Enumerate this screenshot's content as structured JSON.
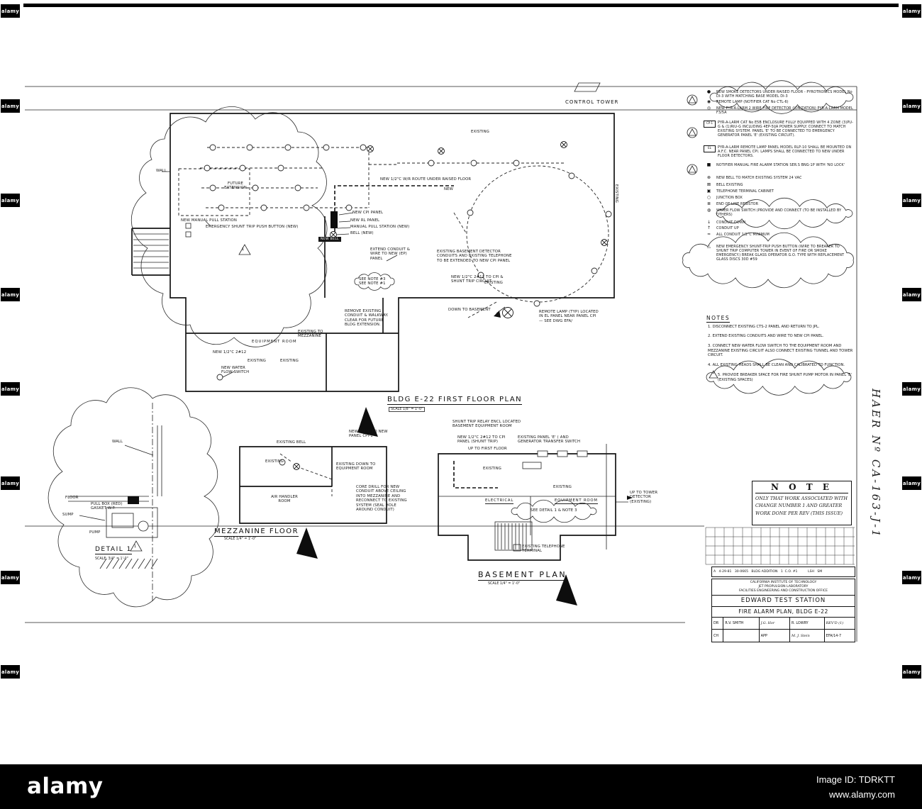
{
  "watermark": {
    "brand": "alamy",
    "image_id": "Image ID: TDRKTT",
    "url": "www.alamy.com"
  },
  "annotations": {
    "haer": "HAER Nº CA-163-J-1"
  },
  "sheet": {
    "control_tower": "CONTROL TOWER",
    "delta_markers": {
      "plan": "1",
      "detail": "1"
    },
    "first_floor": {
      "title": "BLDG E-22 FIRST FLOOR PLAN",
      "scale": "SCALE  1/8\" = 1'-0\"",
      "labels": {
        "future_extension": "FUTURE EXTENSION",
        "existing_top": "EXISTING",
        "new_route": "NEW 1/2\"C W/R ROUTE UNDER RAISED FLOOR",
        "new_word": "NEW",
        "new_cpi_panel": "NEW CPI PANEL",
        "new_rl_panel": "NEW RL PANEL",
        "manual_pull_station": "MANUAL PULL STATION (NEW)",
        "bell_new": "BELL (NEW)",
        "new_bell": "NEW BELL",
        "left_pull_station": "NEW MANUAL PULL STATION",
        "shunt_trip_button": "EMERGENCY SHUNT TRIP PUSH BUTTON (NEW)",
        "extend_conduit": "EXTEND CONDUIT & WIRE TO NEW (EP) PANEL",
        "basement_detector_note": "EXISTING BASEMENT DETECTOR CONDUITS AND EXISTING TELEPHONE TO BE EXTENDED TO NEW CPI PANEL",
        "shunt_circuit_note": "NEW 1/2\"C 2#12 TO CPI & SHUNT TRIP CIRCUIT",
        "see_notes": "SEE NOTE #3  SEE NOTE #1",
        "existing_mid": "EXISTING",
        "existing_right": "EXISTING",
        "down_to_basement": "DOWN TO BASEMENT",
        "remote_lamp_note": "REMOTE LAMP (TYP) LOCATED IN EL PANEL NEAR PANEL CPI — SEE DWG EFA/",
        "remove_conduit_note": "REMOVE EXISTING CONDUIT & WALKWAY. CLEAR FOR FUTURE BLDG EXTENSION.",
        "equipment_room": "EQUIPMENT ROOM",
        "existing_to_mezzanine": "EXISTING TO MEZZANINE",
        "new_water_flow_switch": "NEW WATER FLOW SWITCH",
        "new_conduit2": "NEW 1/2\"C 2#12",
        "existing_a": "EXISTING",
        "existing_b": "EXISTING",
        "wall": "WALL"
      }
    },
    "mezzanine": {
      "title": "MEZZANINE FLOOR",
      "scale": "SCALE  1/4\" = 1'-0\"",
      "labels": {
        "new_panel_conduit": "NEW 1/2\"C TO NEW PANEL CPI-1",
        "existing_bell": "EXISTING BELL",
        "existing": "EXISTING",
        "down_to_equipment": "EXISTING DOWN TO EQUIPMENT ROOM",
        "core_drill_note": "CORE DRILL FOR NEW CONDUIT ABOVE CEILING INTO MEZZANINE AND RECONNECT TO EXISTING SYSTEM (SEAL HOLE AROUND CONDUIT)",
        "air_handler_room": "AIR HANDLER ROOM"
      }
    },
    "basement": {
      "title": "BASEMENT PLAN",
      "scale": "SCALE  1/4\" = 1'-0\"",
      "labels": {
        "shunt_trip_enclosure": "SHUNT TRIP RELAY ENCL LOCATED BASEMENT EQUIPMENT ROOM",
        "cpi_conduit": "NEW 1/2\"C 2#12 TO CPI PANEL (SHUNT TRIP)",
        "panel_e": "EXISTING PANEL 'E' ( AND GENERATOR TRANSFER SWITCH",
        "up_to_first_floor": "UP TO FIRST FLOOR",
        "existing_a": "EXISTING",
        "existing_b": "EXISTING",
        "electrical": "ELECTRICAL",
        "equipment_room": "EQUIPMENT ROOM",
        "see_detail_note": "SEE DETAIL 1 & NOTE 3",
        "up_to_tower": "UP TO TOWER DETECTOR (EXISTING)",
        "telephone_terminal": "EXISTING TELEPHONE TERMINAL"
      }
    },
    "detail": {
      "title": "DETAIL 1",
      "scale": "SCALE: 3/4\" = 1'-0\"",
      "labels": {
        "wall": "WALL",
        "floor": "FLOOR",
        "sump": "SUMP",
        "pump": "PUMP",
        "pull_box": "PULL BOX (RED) GASKET W.P."
      }
    },
    "legend": {
      "items": [
        {
          "symbol": "detector-dot",
          "text": "NEW SMOKE DETECTORS UNDER RAISED FLOOR - PYROTRONICS MODEL No DI-3 WITH MATCHING BASE MODEL DI-3"
        },
        {
          "symbol": "lamp-dot",
          "text": "REMOTE LAMP (NOTIFIER CAT No CTL-6)"
        },
        {
          "symbol": "ion-dot",
          "text": "NEW PYR-A-LARM 2 WIRE FIRE DETECTOR (IONIZATION) PYR-A-LARM MODEL F3/5A"
        },
        {
          "symbol": "cp1-tag",
          "text": "PYR-A-LARM CAT No E5B ENCLOSURE FULLY EQUIPPED WITH 4 ZONE (3)PU-G & (1)RIU-G INCLUDING 4EP-5IJA POWER SUPPLY. CONNECT TO MATCH EXISTING SYSTEM. PANEL 'E' TO BE CONNECTED TO EMERGENCY GENERATOR PANEL 'E' (EXISTING CIRCUIT)."
        },
        {
          "symbol": "el-tag",
          "text": "PYR-A-LARM REMOTE LAMP PANEL MODEL RLP-10 SHALL BE MOUNTED ON A.F.C. NEAR PANEL CPI. LAMPS SHALL BE CONNECTED TO NEW UNDER FLOOR DETECTORS."
        },
        {
          "symbol": "station-dot",
          "text": "NOTIFIER MANUAL FIRE ALARM STATION SER.S BNG-1P WITH 'NO LOCK'"
        },
        {
          "symbol": "bell-new",
          "text": "NEW BELL TO MATCH EXISTING SYSTEM 24 VAC"
        },
        {
          "symbol": "bell-existing",
          "text": "BELL EXISTING"
        },
        {
          "symbol": "tt-cabinet",
          "text": "TELEPHONE TERMINAL CABINET"
        },
        {
          "symbol": "junction-box",
          "text": "JUNCTION BOX"
        },
        {
          "symbol": "eol-resistor",
          "text": "END OF LINE RESISTOR"
        },
        {
          "symbol": "water-flow",
          "text": "WATER FLOW SWITCH (PROVIDE AND CONNECT (TO BE INSTALLED BY OTHERS)"
        },
        {
          "symbol": "conduit-down",
          "text": "CONDUIT DOWN"
        },
        {
          "symbol": "conduit-up",
          "text": "CONDUIT UP"
        },
        {
          "symbol": "squiggle",
          "text": "ALL CONDUIT 1/2\"C MINIMUM"
        },
        {
          "symbol": "delta-1",
          "text": "NEW EMERGENCY SHUNT-TRIP PUSH BUTTON (WIRE TO BREAKER TO SHUNT TRIP COMPUTER TOWER IN EVENT OF FIRE OR SMOKE EMERGENCY.) BREAK GLASS OPERATOR G.O. TYPE WITH REPLACEMENT GLASS DISCS 30D #59"
        }
      ]
    },
    "notes": {
      "title": "NOTES",
      "items": [
        "1. DISCONNECT EXISTING CTS-2 PANEL AND RETURN TO JPL.",
        "2. EXTEND EXISTING CONDUITS AND WIRE TO NEW CPI PANEL.",
        "3. CONNECT NEW WATER FLOW SWITCH TO THE EQUIPMENT ROOM AND MEZZANINE EXISTING CIRCUIT ALSO CONNECT EXISTING TUNNEL AND TOWER CIRCUIT.",
        "4. ALL EXISTING HEADS SHALL BE CLEAN AND CALIBRATED TO FUNCTION.",
        "5. PROVIDE BREAKER SPACE FOR FIRE SHUNT PUMP MOTOR IN PANEL 'E' (EXISTING SPACES)"
      ]
    },
    "note_box": {
      "title": "N O T E",
      "lines": [
        "ONLY THAT WORK ASSOCIATED WITH",
        "CHANGE NUMBER 1 AND GREATER",
        "WORK DONE PER REV (THIS ISSUE)"
      ]
    },
    "revision_row": "A   4-29-81   30-0665   BLDG ADDITION   1  C.O. #1          LSH   SM",
    "title_block": {
      "org_line1": "CALIFORNIA INSTITUTE OF TECHNOLOGY",
      "org_line2": "JET PROPULSION LABORATORY",
      "org_line3": "FACILITIES ENGINEERING AND CONSTRUCTION OFFICE",
      "project": "EDWARD TEST STATION",
      "sheet_title": "FIRE ALARM PLAN, BLDG E-22",
      "dr_label": "DR",
      "dr_name": "R.V. SMITH",
      "checked_by": "J.G. Hor",
      "approved_by": "R. LOWRY",
      "rev_note": "REV'D (1)",
      "ch_label": "CH",
      "ch_name": "",
      "app_label": "APP",
      "app_signature": "M. J. Stein",
      "drawing_no": "EFA/14-7"
    }
  }
}
